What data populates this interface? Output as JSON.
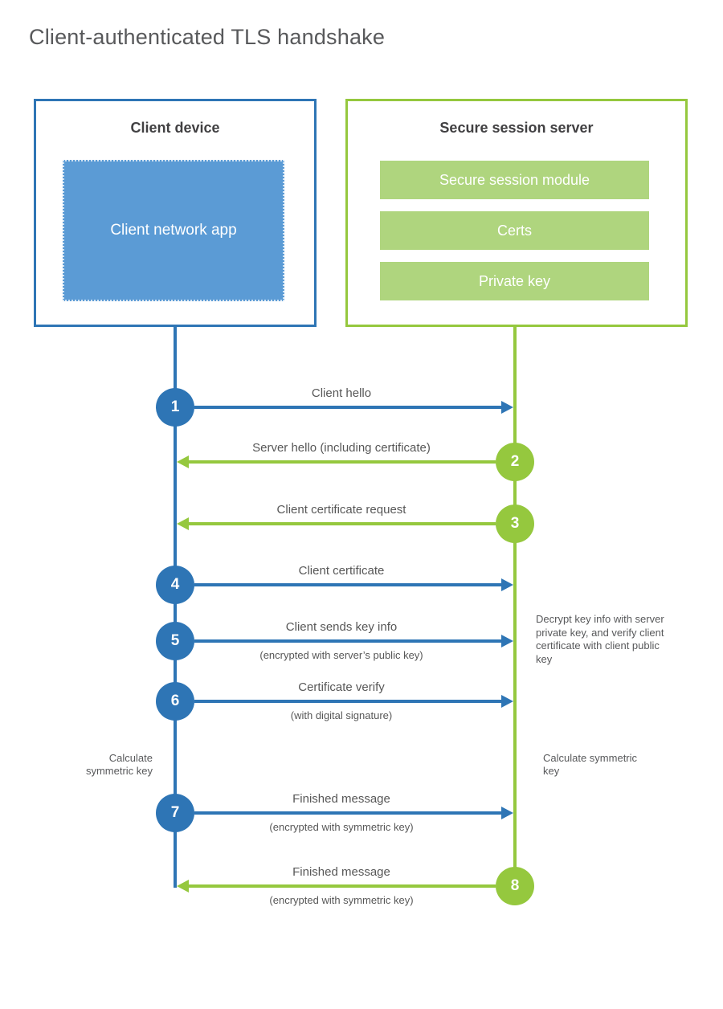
{
  "title": "Client-authenticated TLS handshake",
  "colors": {
    "blueStrong": "#2E75B5",
    "blueLight": "#5B9BD5",
    "greenStrong": "#95C83E",
    "greenLight": "#AFD57E",
    "textDark": "#414042",
    "textGray": "#58595B"
  },
  "client": {
    "title": "Client device",
    "app_label": "Client network app"
  },
  "server": {
    "title": "Secure session server",
    "modules": [
      "Secure session module",
      "Certs",
      "Private key"
    ]
  },
  "steps": [
    {
      "num": "1",
      "label": "Client hello",
      "direction": "client-to-server"
    },
    {
      "num": "2",
      "label": "Server hello (including certificate)",
      "direction": "server-to-client"
    },
    {
      "num": "3",
      "label": "Client certificate request",
      "direction": "server-to-client"
    },
    {
      "num": "4",
      "label": "Client certificate",
      "direction": "client-to-server"
    },
    {
      "num": "5",
      "label": "Client sends key info",
      "sublabel": "(encrypted with server’s public key)",
      "direction": "client-to-server"
    },
    {
      "num": "6",
      "label": "Certificate verify",
      "sublabel": "(with digital signature)",
      "direction": "client-to-server"
    },
    {
      "num": "7",
      "label": "Finished message",
      "sublabel": "(encrypted with symmetric key)",
      "direction": "client-to-server"
    },
    {
      "num": "8",
      "label": "Finished message",
      "sublabel": "(encrypted with symmetric key)",
      "direction": "server-to-client"
    }
  ],
  "notes": {
    "decrypt": "Decrypt key info with server private key, and verify client certificate with client public key",
    "calculate_left": "Calculate symmetric key",
    "calculate_right": "Calculate symmetric key"
  }
}
